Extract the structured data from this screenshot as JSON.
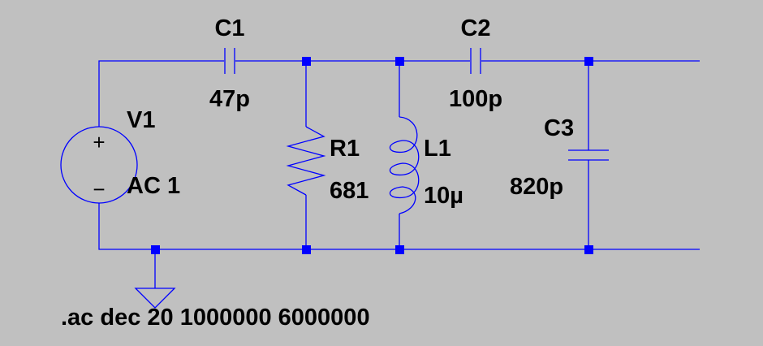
{
  "schematic": {
    "components": {
      "v1": {
        "ref": "V1",
        "value": "AC 1",
        "plus_symbol": "+",
        "minus_symbol": "−"
      },
      "c1": {
        "ref": "C1",
        "value": "47p"
      },
      "c2": {
        "ref": "C2",
        "value": "100p"
      },
      "c3": {
        "ref": "C3",
        "value": "820p"
      },
      "r1": {
        "ref": "R1",
        "value": "681"
      },
      "l1": {
        "ref": "L1",
        "value": "10µ"
      }
    },
    "directive": ".ac dec 20 1000000 6000000",
    "colors": {
      "background": "#c0c0c0",
      "wire": "#0000ff",
      "text": "#000000"
    }
  }
}
